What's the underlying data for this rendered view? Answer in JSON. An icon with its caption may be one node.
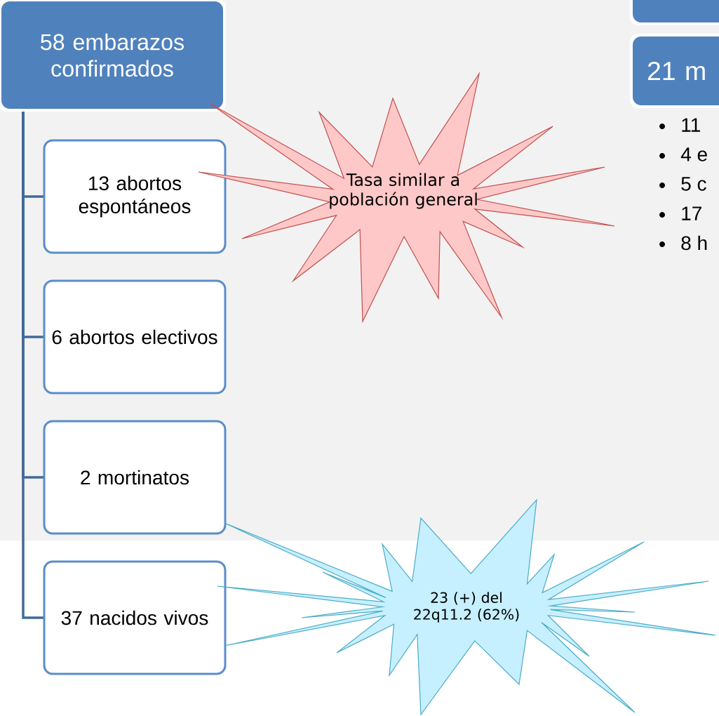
{
  "diagram": {
    "nodes": [
      {
        "text": [
          "58 embarazos confirmados"
        ]
      },
      {
        "text": [
          "13 abortos espontáneos"
        ]
      },
      {
        "text": [
          "6 abortos electivos"
        ]
      },
      {
        "text": [
          "2 mortinatos"
        ]
      },
      {
        "text": [
          "37 nacidos vivos"
        ]
      },
      {
        "text": [
          "Tasa similar a población general"
        ]
      },
      {
        "text": [
          "23 (+) del 22q11.2 (62%)"
        ]
      },
      {
        "text": [],
        "shape": "box"
      },
      {
        "text": [
          "21 m"
        ]
      }
    ],
    "edges": [
      {
        "from": 0,
        "to": 1,
        "arrow": "none"
      },
      {
        "from": 0,
        "to": 2,
        "arrow": "none"
      },
      {
        "from": 0,
        "to": 3,
        "arrow": "none"
      },
      {
        "from": 0,
        "to": 4,
        "arrow": "none"
      }
    ],
    "labels": [
      "11",
      "4 e",
      "5 c",
      "17",
      "8 h"
    ]
  }
}
